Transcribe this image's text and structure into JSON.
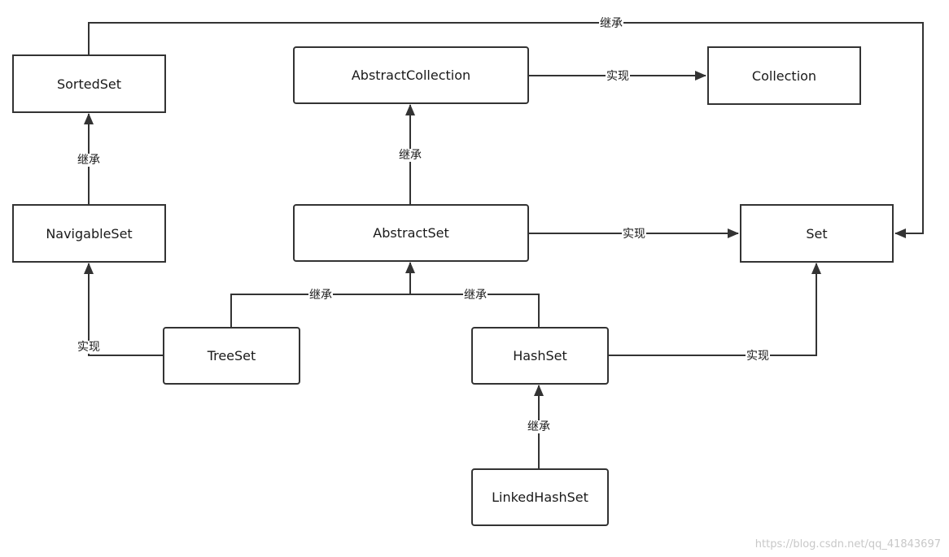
{
  "colors": {
    "line": "#333333",
    "box_border": "#333333",
    "text": "#1a1a1a",
    "watermark": "#c8c8c8"
  },
  "nodes": {
    "sortedset": "SortedSet",
    "navigableset": "NavigableSet",
    "abstractcollection": "AbstractCollection",
    "collection": "Collection",
    "abstractset": "AbstractSet",
    "set": "Set",
    "treeset": "TreeSet",
    "hashset": "HashSet",
    "linkedhashset": "LinkedHashSet"
  },
  "edges": {
    "sortedset_to_set": "继承",
    "navigableset_to_sortedset": "继承",
    "abstractcollection_to_collection": "实现",
    "abstractset_to_abstractcollection": "继承",
    "abstractset_to_set": "实现",
    "treeset_to_abstractset": "继承",
    "hashset_to_abstractset": "继承",
    "treeset_to_navigableset": "实现",
    "hashset_to_set": "实现",
    "linkedhashset_to_hashset": "继承"
  },
  "watermark": "https://blog.csdn.net/qq_41843697"
}
